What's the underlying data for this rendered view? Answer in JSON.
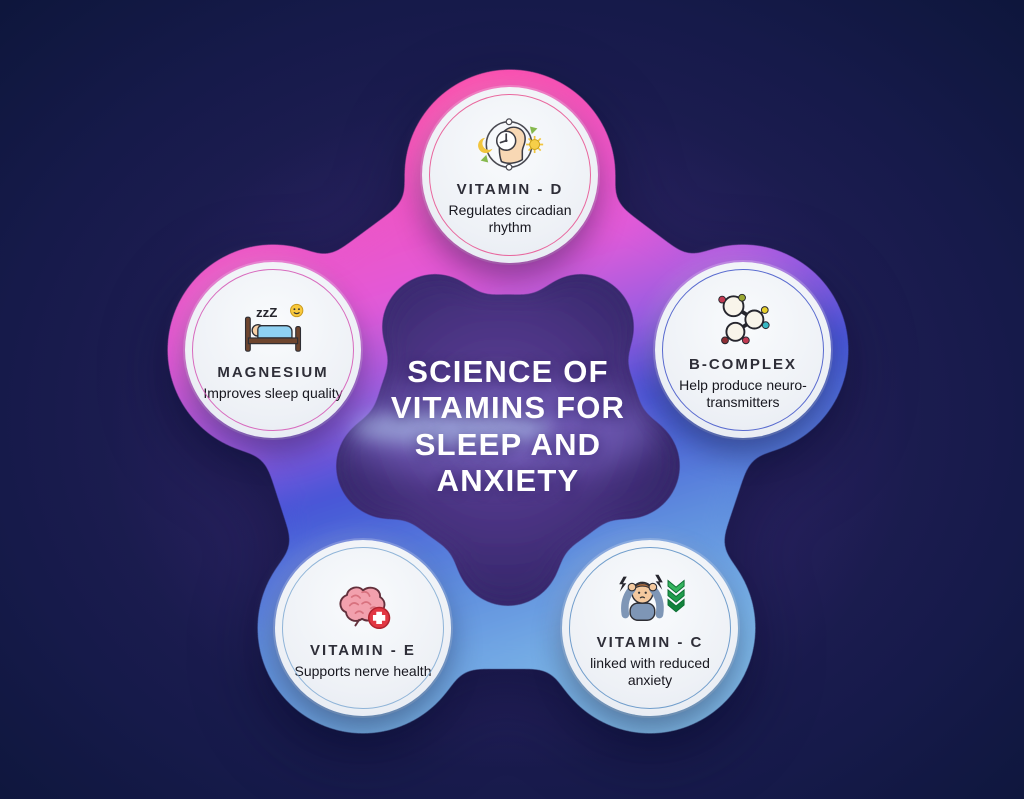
{
  "title": {
    "lines": [
      "SCIENCE OF",
      "VITAMINS FOR",
      "SLEEP AND",
      "ANXIETY"
    ]
  },
  "nodes": [
    {
      "id": "vitamin-d",
      "title": "VITAMIN - D",
      "subtitle": "Regulates circadian rhythm",
      "icon": "circadian-rhythm-head-clock-icon",
      "ring_color": "#e84f8e"
    },
    {
      "id": "magnesium",
      "title": "MAGNESIUM",
      "subtitle": "Improves sleep quality",
      "icon": "sleeping-in-bed-icon",
      "icon_text": "zzZ",
      "ring_color": "#d452b4"
    },
    {
      "id": "b-complex",
      "title": "B-COMPLEX",
      "subtitle": "Help produce neuro-transmitters",
      "icon": "molecule-icon",
      "ring_color": "#3e52c8"
    },
    {
      "id": "vitamin-e",
      "title": "VITAMIN - E",
      "subtitle": "Supports nerve health",
      "icon": "brain-with-medical-cross-icon",
      "ring_color": "#7fa9d2"
    },
    {
      "id": "vitamin-c",
      "title": "VITAMIN - C",
      "subtitle": "linked with reduced anxiety",
      "icon": "anxious-person-reduced-anxiety-icon",
      "ring_color": "#5c8fc4"
    }
  ],
  "palette": {
    "background_corner": "#071330",
    "background_center": "#2c2260",
    "blob_gradient": [
      "#ff4da6",
      "#e25ad8",
      "#9c5ce2",
      "#4554d6",
      "#5f8ede",
      "#79b2e6",
      "#86c0ea"
    ],
    "dark_blob_gradient": [
      "#5e4498",
      "#4c3484",
      "#3a2a70",
      "#2e2462"
    ],
    "glow_outer": "#8f7ce0",
    "glow_inner": "#bcd9f5",
    "title_color": "#ffffff",
    "node_fill": "#eef1f6"
  }
}
